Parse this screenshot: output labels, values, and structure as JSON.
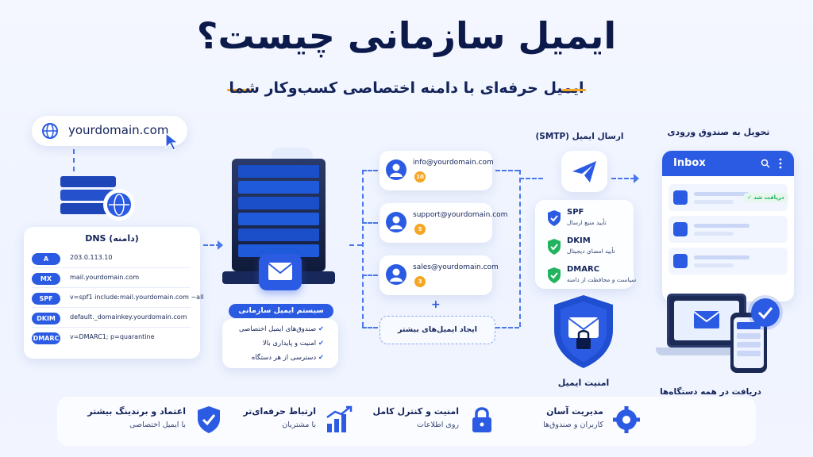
{
  "header": {
    "title": "ایمیل سازمانی چیست؟",
    "subtitle": "ایمیل حرفه‌ای با دامنه اختصاصی کسب‌وکار شما"
  },
  "domain_bar": {
    "text": "yourdomain.com"
  },
  "dns": {
    "title": "DNS (دامنه)",
    "records": [
      {
        "type": "A",
        "value": "203.0.113.10"
      },
      {
        "type": "MX",
        "value": "mail.yourdomain.com"
      },
      {
        "type": "SPF",
        "value": "v=spf1 include:mail.yourdomain.com ~all"
      },
      {
        "type": "DKIM",
        "value": "default._domainkey.yourdomain.com"
      },
      {
        "type": "DMARC",
        "value": "v=DMARC1; p=quarantine"
      }
    ]
  },
  "server": {
    "title": "سیستم ایمیل سازمانی",
    "features": [
      "صندوق‌های ایمیل اختصاصی",
      "امنیت و پایداری بالا",
      "دسترسی از هر دستگاه"
    ]
  },
  "mailboxes": [
    {
      "address": "info@yourdomain.com",
      "count": "10"
    },
    {
      "address": "support@yourdomain.com",
      "count": "5"
    },
    {
      "address": "sales@yourdomain.com",
      "count": "3"
    }
  ],
  "create_more": "ایجاد ایمیل‌های بیشتر",
  "smtp": {
    "title": "ارسال ایمیل (SMTP)"
  },
  "security_checks": [
    {
      "name": "SPF",
      "desc": "تأیید منبع ارسال"
    },
    {
      "name": "DKIM",
      "desc": "تأیید امضای دیجیتال"
    },
    {
      "name": "DMARC",
      "desc": "سیاست و محافظت از دامنه"
    }
  ],
  "security_label": "امنیت ایمیل",
  "inbox": {
    "section_title": "تحویل به صندوق ورودی",
    "header": "Inbox",
    "received_badge": "دریافت شد ✓",
    "devices_label": "دریافت در همه دستگاه‌ها"
  },
  "bottom_features": [
    {
      "title": "مدیریت آسان",
      "desc": "کاربران و صندوق‌ها"
    },
    {
      "title": "امنیت و کنترل کامل",
      "desc": "روی اطلاعات"
    },
    {
      "title": "ارتباط حرفه‌ای‌تر",
      "desc": "با مشتریان"
    },
    {
      "title": "اعتماد و برندینگ بیشتر",
      "desc": "با ایمیل اختصاصی"
    }
  ],
  "colors": {
    "primary": "#2b5be3",
    "accent": "#f5a623",
    "success": "#22b35e",
    "dark": "#0b1a4a"
  }
}
